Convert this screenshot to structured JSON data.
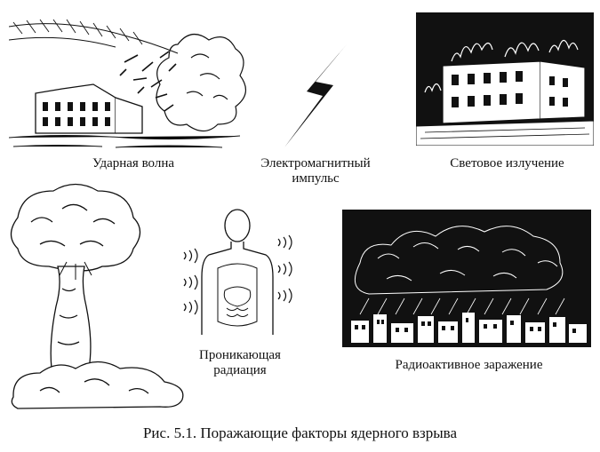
{
  "factors": {
    "shock_wave": "Ударная волна",
    "emp_line1": "Электромагнитный",
    "emp_line2": "импульс",
    "light_radiation": "Световое излучение",
    "penetrating_line1": "Проникающая",
    "penetrating_line2": "радиация",
    "radioactive_contamination": "Радиоактивное заражение"
  },
  "figure_caption": "Рис. 5.1. Поражающие факторы ядерного взрыва",
  "colors": {
    "ink": "#111111",
    "paper": "#ffffff"
  }
}
